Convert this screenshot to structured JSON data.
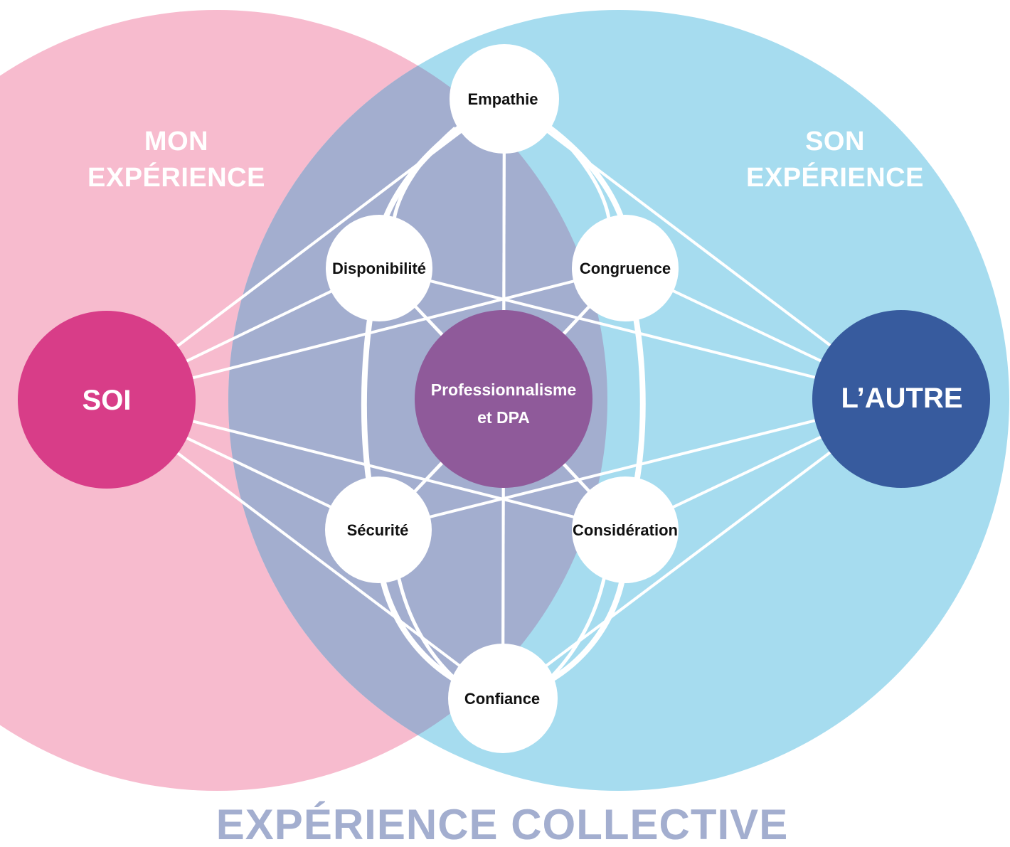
{
  "colors": {
    "left_circle": "#f7bbce",
    "right_circle": "#a6dcef",
    "overlap": "#a3aecf",
    "soi": "#d83d88",
    "autre": "#375b9e",
    "center": "#8f5a9a",
    "node_fill": "#ffffff",
    "lines": "#ffffff",
    "footer": "#a3aecf"
  },
  "regions": {
    "left": {
      "line1": "MON",
      "line2": "EXPÉRIENCE"
    },
    "right": {
      "line1": "SON",
      "line2": "EXPÉRIENCE"
    }
  },
  "hubs": {
    "left": "SOI",
    "right": "L’AUTRE"
  },
  "center": {
    "line1": "Professionnalisme",
    "line2": "et DPA"
  },
  "nodes": {
    "top": "Empathie",
    "upper_left": "Disponibilité",
    "upper_right": "Congruence",
    "lower_left": "Sécurité",
    "lower_right": "Considération",
    "bottom": "Confiance"
  },
  "footer": "EXPÉRIENCE COLLECTIVE"
}
